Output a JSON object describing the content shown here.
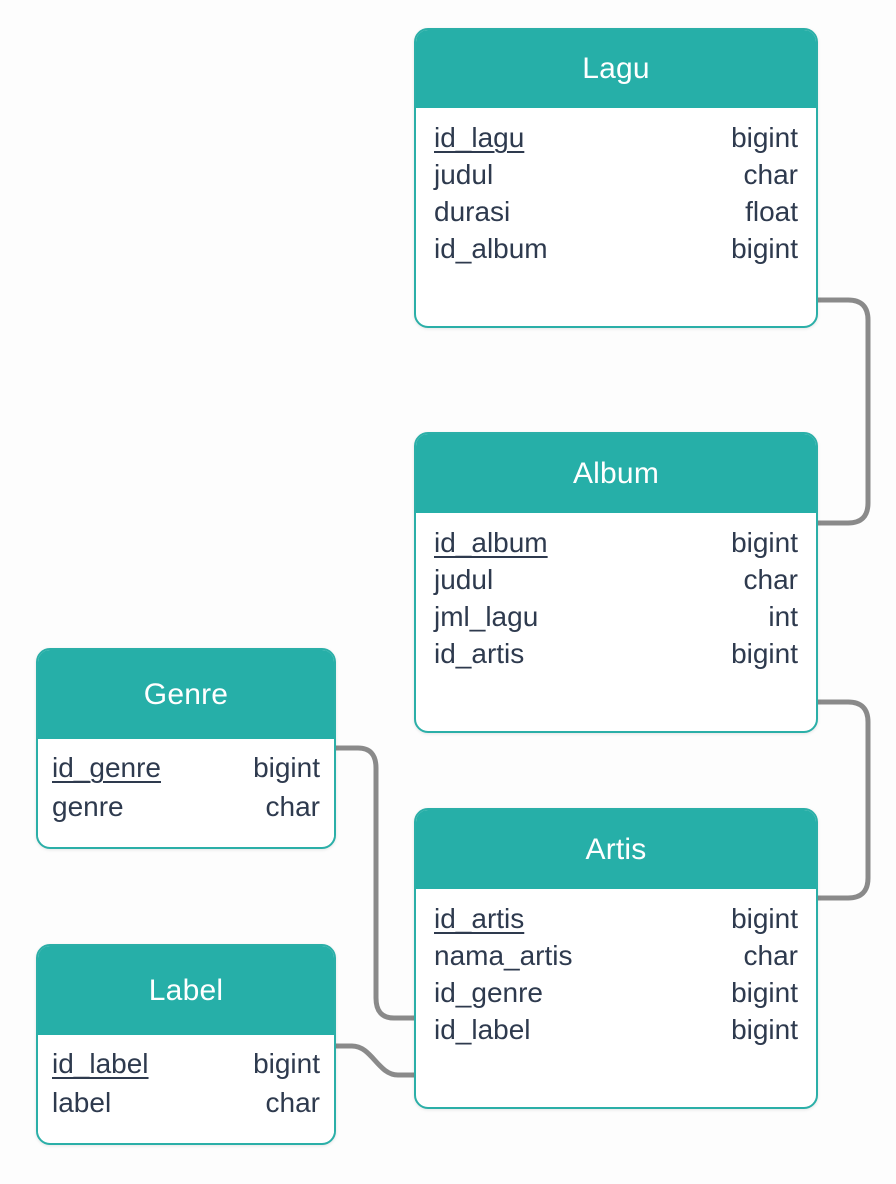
{
  "diagram": {
    "type": "entity-relationship-diagram",
    "background_color": "#fdfdfd",
    "header_color": "#26AFA8",
    "border_color": "#2BAFA8",
    "header_text_color": "#ffffff",
    "attribute_text_color": "#2e3a4e",
    "connector_color": "#8a8a8a"
  },
  "entities": [
    {
      "id": "lagu",
      "title": "Lagu",
      "attributes": [
        {
          "name": "id_lagu",
          "type": "bigint",
          "primary_key": true
        },
        {
          "name": "judul",
          "type": "char",
          "primary_key": false
        },
        {
          "name": "durasi",
          "type": "float",
          "primary_key": false
        },
        {
          "name": "id_album",
          "type": "bigint",
          "primary_key": false
        }
      ]
    },
    {
      "id": "album",
      "title": "Album",
      "attributes": [
        {
          "name": "id_album",
          "type": "bigint",
          "primary_key": true
        },
        {
          "name": "judul",
          "type": "char",
          "primary_key": false
        },
        {
          "name": "jml_lagu",
          "type": "int",
          "primary_key": false
        },
        {
          "name": "id_artis",
          "type": "bigint",
          "primary_key": false
        }
      ]
    },
    {
      "id": "artis",
      "title": "Artis",
      "attributes": [
        {
          "name": "id_artis",
          "type": "bigint",
          "primary_key": true
        },
        {
          "name": "nama_artis",
          "type": "char",
          "primary_key": false
        },
        {
          "name": "id_genre",
          "type": "bigint",
          "primary_key": false
        },
        {
          "name": "id_label",
          "type": "bigint",
          "primary_key": false
        }
      ]
    },
    {
      "id": "genre",
      "title": "Genre",
      "attributes": [
        {
          "name": "id_genre",
          "type": "bigint",
          "primary_key": true
        },
        {
          "name": "genre",
          "type": "char",
          "primary_key": false
        }
      ]
    },
    {
      "id": "label",
      "title": "Label",
      "attributes": [
        {
          "name": "id_label",
          "type": "bigint",
          "primary_key": true
        },
        {
          "name": "label",
          "type": "char",
          "primary_key": false
        }
      ]
    }
  ],
  "relationships": [
    {
      "id": "lagu-album",
      "from_entity": "lagu",
      "from_attribute": "id_album",
      "to_entity": "album",
      "to_attribute": "id_album"
    },
    {
      "id": "album-artis",
      "from_entity": "album",
      "from_attribute": "id_artis",
      "to_entity": "artis",
      "to_attribute": "id_artis"
    },
    {
      "id": "genre-artis",
      "from_entity": "genre",
      "from_attribute": "id_genre",
      "to_entity": "artis",
      "to_attribute": "id_genre"
    },
    {
      "id": "label-artis",
      "from_entity": "label",
      "from_attribute": "id_label",
      "to_entity": "artis",
      "to_attribute": "id_label"
    }
  ]
}
